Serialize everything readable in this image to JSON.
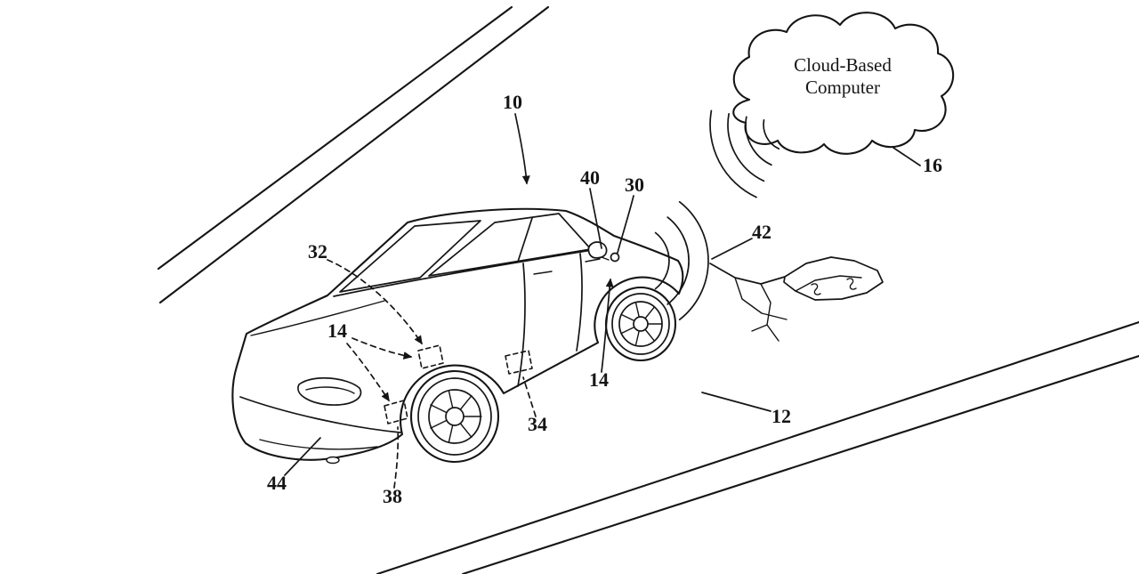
{
  "figure": {
    "background_color": "#ffffff",
    "line_color": "#151515",
    "description": "Patent-style line drawing of a vehicle with sensor modules communicating road damage to a cloud-based computer"
  },
  "cloud": {
    "line1": "Cloud-Based",
    "line2": "Computer"
  },
  "labels": {
    "system": "10",
    "road": "12",
    "module_rear": "14",
    "module_front": "14",
    "cloud_computer": "16",
    "front_sensor": "30",
    "deck_sensor": "32",
    "door_sensor": "34",
    "lower_sensor": "38",
    "mirror_sensor": "40",
    "road_damage": "42",
    "rear_bumper": "44"
  }
}
